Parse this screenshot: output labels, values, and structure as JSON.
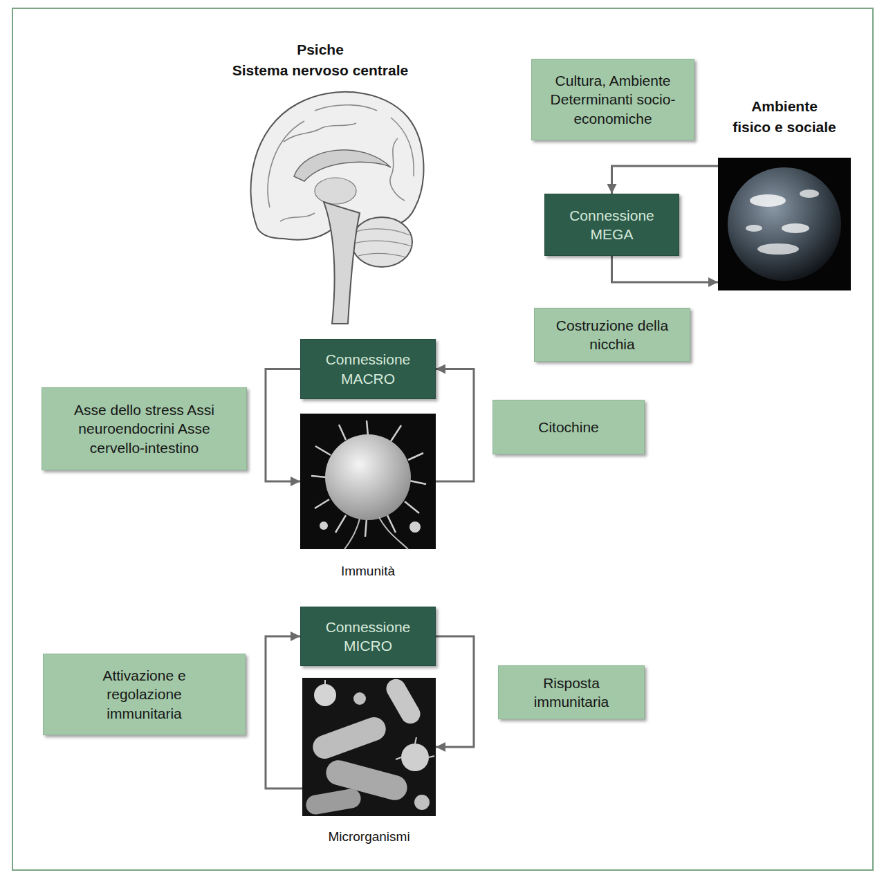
{
  "diagram": {
    "nodes": [
      {
        "text": [
          "Psiche",
          "Sistema nervoso centrale"
        ]
      },
      {
        "text": [
          "Cultura, Ambiente Determinanti socio-economiche"
        ]
      },
      {
        "text": [
          "Ambiente fisico e sociale"
        ]
      },
      {
        "text": [
          "Connessione MEGA"
        ]
      },
      {
        "text": [
          "Costruzione della nicchia"
        ]
      },
      {
        "text": [
          "Connessione MACRO"
        ]
      },
      {
        "text": [
          "Asse dello stress Assi neuroendocrini Asse cervello-intestino"
        ]
      },
      {
        "text": [
          "Citochine"
        ]
      },
      {
        "text": [
          "Immunità"
        ]
      },
      {
        "text": [
          "Connessione MICRO"
        ]
      },
      {
        "text": [
          "Attivazione e regolazione immunitaria"
        ]
      },
      {
        "text": [
          "Risposta immunitaria"
        ]
      },
      {
        "text": [
          "Microrganismi"
        ]
      }
    ],
    "edges": [
      {
        "from": 2,
        "to": 3,
        "arrow": "to"
      },
      {
        "from": 3,
        "to": 2,
        "arrow": "to"
      },
      {
        "from": 5,
        "to": 8,
        "arrow": "to"
      },
      {
        "from": 8,
        "to": 5,
        "arrow": "to"
      },
      {
        "from": 12,
        "to": 9,
        "arrow": "to"
      },
      {
        "from": 9,
        "to": 12,
        "arrow": "to"
      }
    ]
  }
}
